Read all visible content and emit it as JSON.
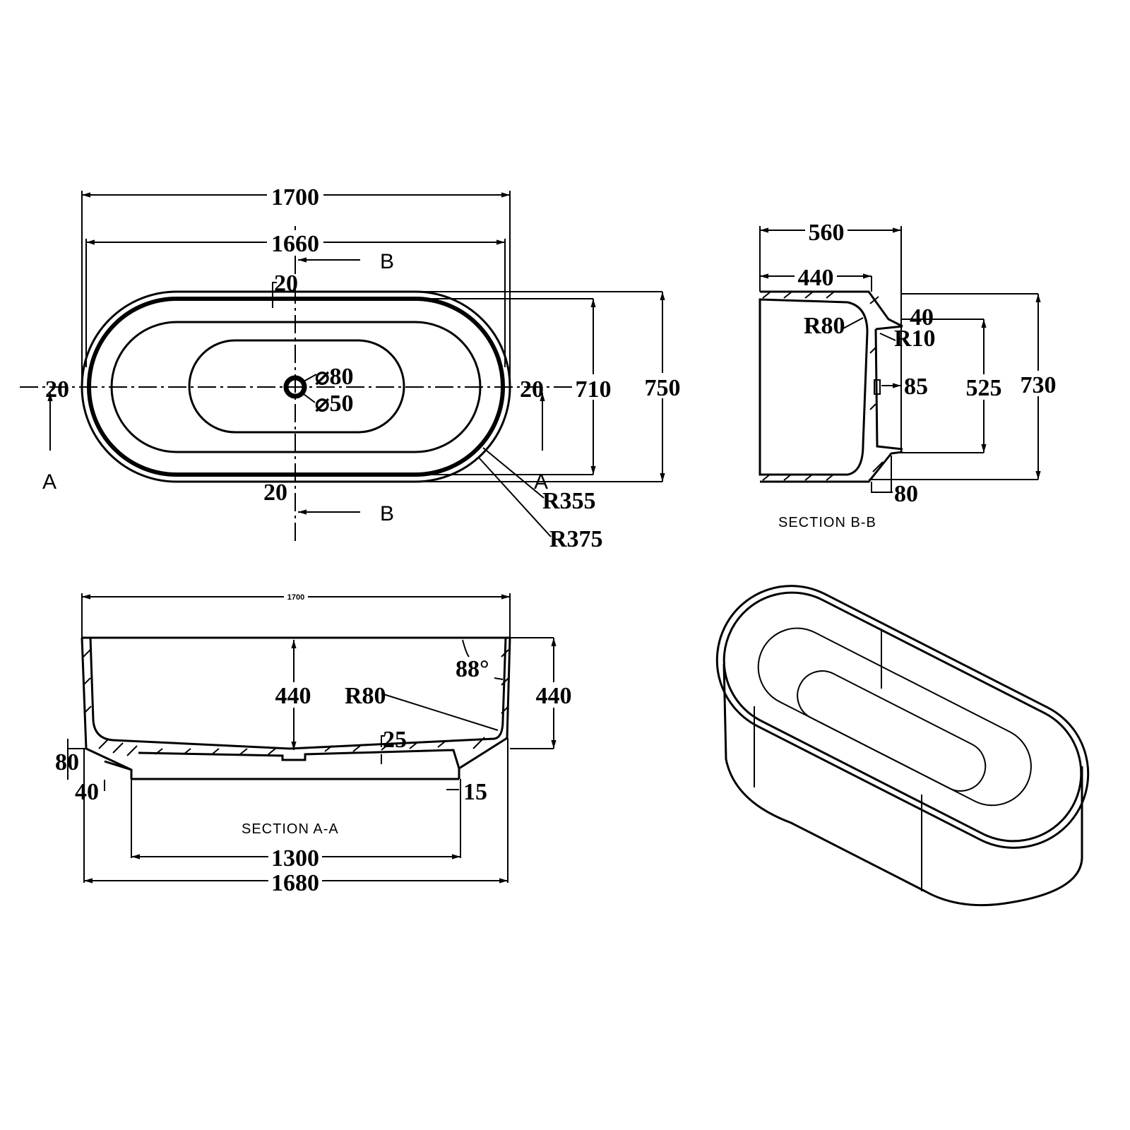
{
  "plan_view": {
    "overall_length": "1700",
    "inner_length": "1660",
    "rim_top": "20",
    "rim_bottom": "20",
    "rim_left": "20",
    "rim_right": "20",
    "inner_width": "710",
    "overall_width": "750",
    "drain_outer": "⌀80",
    "drain_inner": "⌀50",
    "radius_inner": "R355",
    "radius_outer": "R375",
    "section_a_left": "A",
    "section_a_right": "A",
    "section_b_top": "B",
    "section_b_bottom": "B"
  },
  "section_b": {
    "title": "SECTION B-B",
    "depth_outer": "560",
    "depth_inner": "440",
    "radius_inner": "R80",
    "lip": "40",
    "radius_small": "R10",
    "drain": "85",
    "base_width": "525",
    "overall_width": "730",
    "base_offset": "80"
  },
  "section_a": {
    "title": "SECTION A-A",
    "top_length": "1700",
    "inner_depth": "440",
    "radius": "R80",
    "angle": "88°",
    "outer_depth": "440",
    "floor_thickness": "25",
    "base_height": "80",
    "base_offset": "40",
    "base_inset": "15",
    "base_length": "1300",
    "bottom_length": "1680"
  }
}
